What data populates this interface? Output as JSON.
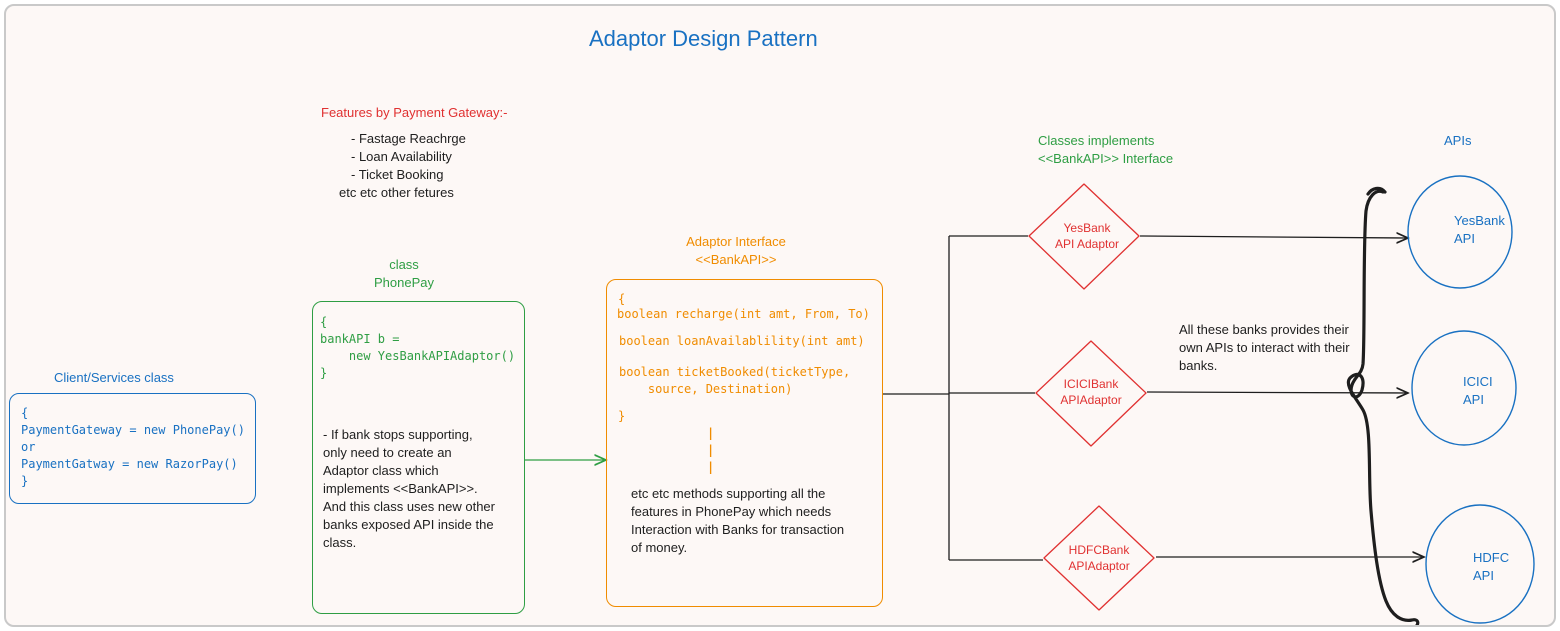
{
  "title": "Adaptor Design Pattern",
  "features": {
    "heading": "Features by Payment Gateway:-",
    "items": [
      "- Fastage Reachrge",
      "- Loan Availability",
      "- Ticket Booking",
      "etc etc other fetures"
    ]
  },
  "client": {
    "label": "Client/Services class",
    "code": "{\nPaymentGateway = new PhonePay()\nor\nPaymentGatway = new RazorPay()\n}"
  },
  "phonepay": {
    "label": "class\nPhonePay",
    "code": "{\nbankAPI b =\n    new YesBankAPIAdaptor()\n}",
    "note": "- If bank stops supporting,\nonly need to create an\nAdaptor class which\nimplements <<BankAPI>>.\nAnd this class uses new other\nbanks exposed API inside the\nclass."
  },
  "adaptor": {
    "label": "Adaptor Interface\n<<BankAPI>>",
    "open_brace": "{",
    "methods": [
      "boolean recharge(int amt, From, To)",
      "boolean loanAvailablility(int amt)",
      "boolean ticketBooked(ticketType,\n    source, Destination)"
    ],
    "close_brace": "}",
    "dots": "|\n|\n|",
    "note": "etc etc methods supporting all the\nfeatures in PhonePay which needs\nInteraction with Banks for transaction\nof money."
  },
  "classes_label": "Classes implements\n<<BankAPI>> Interface",
  "apis_label": "APIs",
  "banks_note": "All these banks provides their\nown APIs to interact with their\nbanks.",
  "adaptors": [
    {
      "name": "YesBank\nAPI Adaptor"
    },
    {
      "name": "ICICIBank\nAPIAdaptor"
    },
    {
      "name": "HDFCBank\nAPIAdaptor"
    }
  ],
  "apis": [
    {
      "name": "YesBank\nAPI"
    },
    {
      "name": "ICICI\nAPI"
    },
    {
      "name": "HDFC\nAPI"
    }
  ],
  "colors": {
    "blue": "#1971c2",
    "red": "#e03131",
    "green": "#2f9e44",
    "orange": "#f08c00",
    "ink": "#1e1e1e"
  }
}
